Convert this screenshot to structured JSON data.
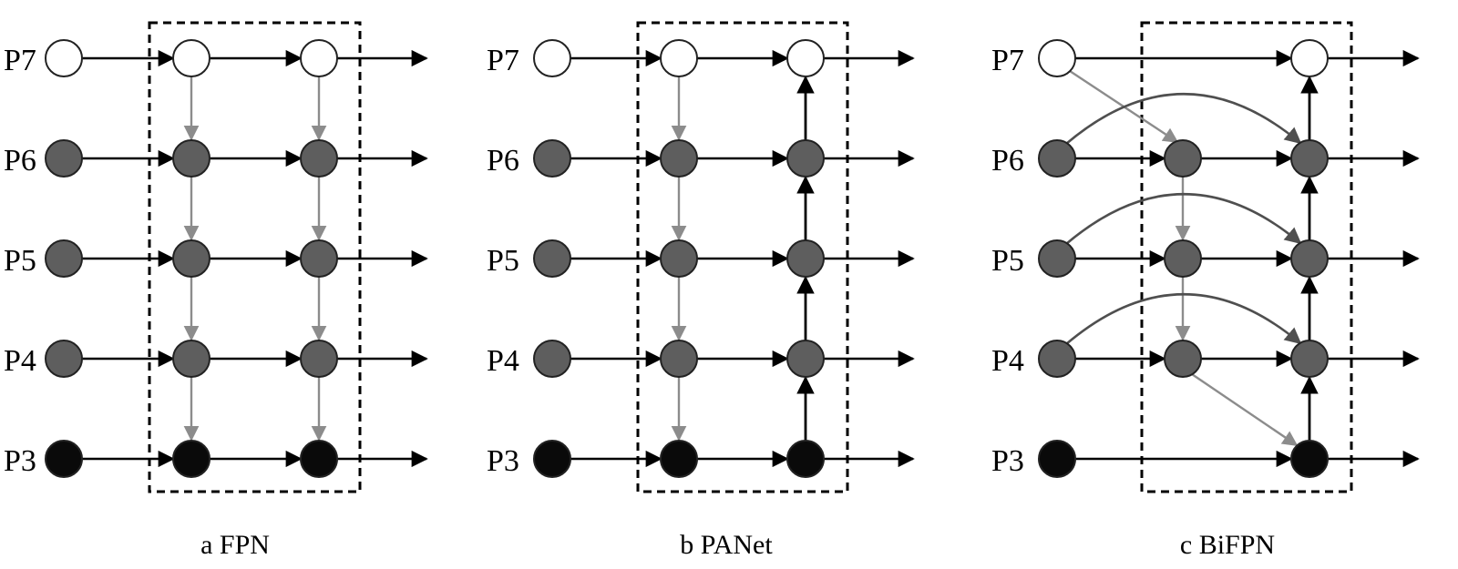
{
  "levels": [
    "P7",
    "P6",
    "P5",
    "P4",
    "P3"
  ],
  "node_colors": {
    "P7": "#ffffff",
    "P6": "#5e5e5e",
    "P5": "#5e5e5e",
    "P4": "#5e5e5e",
    "P3": "#0a0a0a"
  },
  "edge_colors": {
    "forward": "#000000",
    "top_down": "#8c8c8c",
    "bottom_up": "#000000",
    "cross_scale": "#4f4f4f"
  },
  "panels": [
    {
      "id": "fpn",
      "caption": "a FPN",
      "mid_column": true,
      "top_down": true,
      "bottom_up": false,
      "cross_scale": false
    },
    {
      "id": "panet",
      "caption": "b PANet",
      "mid_column": true,
      "top_down": true,
      "bottom_up": true,
      "cross_scale": false
    },
    {
      "id": "bifpn",
      "caption": "c BiFPN",
      "mid_column": "P6-P4",
      "top_down": true,
      "bottom_up": true,
      "cross_scale": true
    }
  ]
}
